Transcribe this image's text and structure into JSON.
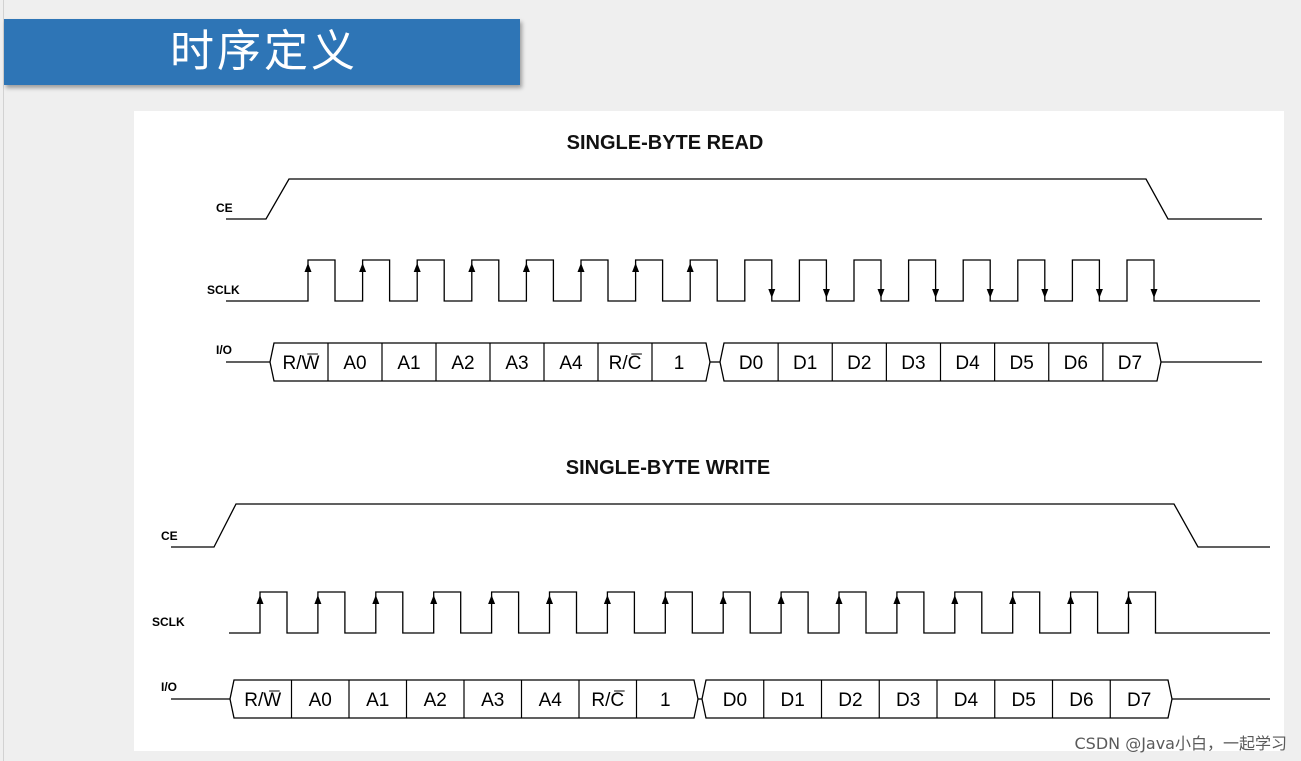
{
  "slide": {
    "title": "时序定义"
  },
  "diagrams": [
    {
      "title": "SINGLE-BYTE READ",
      "signals": {
        "ce": "CE",
        "sclk": "SCLK",
        "io": "I/O"
      },
      "address_bits": [
        "R/W",
        "A0",
        "A1",
        "A2",
        "A3",
        "A4",
        "R/C",
        "1"
      ],
      "data_bits": [
        "D0",
        "D1",
        "D2",
        "D3",
        "D4",
        "D5",
        "D6",
        "D7"
      ],
      "clock_edges": [
        "up",
        "up",
        "up",
        "up",
        "up",
        "up",
        "up",
        "up",
        "down",
        "down",
        "down",
        "down",
        "down",
        "down",
        "down",
        "down"
      ]
    },
    {
      "title": "SINGLE-BYTE WRITE",
      "signals": {
        "ce": "CE",
        "sclk": "SCLK",
        "io": "I/O"
      },
      "address_bits": [
        "R/W",
        "A0",
        "A1",
        "A2",
        "A3",
        "A4",
        "R/C",
        "1"
      ],
      "data_bits": [
        "D0",
        "D1",
        "D2",
        "D3",
        "D4",
        "D5",
        "D6",
        "D7"
      ],
      "clock_edges": [
        "up",
        "up",
        "up",
        "up",
        "up",
        "up",
        "up",
        "up",
        "up",
        "up",
        "up",
        "up",
        "up",
        "up",
        "up",
        "up"
      ]
    }
  ],
  "watermark": "CSDN @Java小白，一起学习"
}
